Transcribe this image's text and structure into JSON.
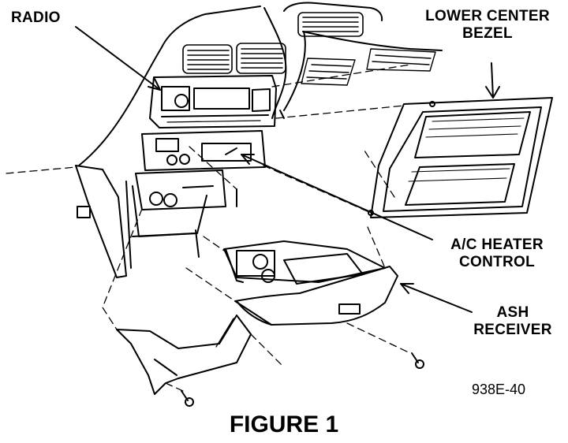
{
  "labels": {
    "radio": "RADIO",
    "lower_center_bezel_line1": "LOWER CENTER",
    "lower_center_bezel_line2": "BEZEL",
    "ac_heater_control_line1": "A/C HEATER",
    "ac_heater_control_line2": "CONTROL",
    "ash_receiver_line1": "ASH",
    "ash_receiver_line2": "RECEIVER"
  },
  "figure_code": "938E-40",
  "figure_title": "FIGURE 1"
}
